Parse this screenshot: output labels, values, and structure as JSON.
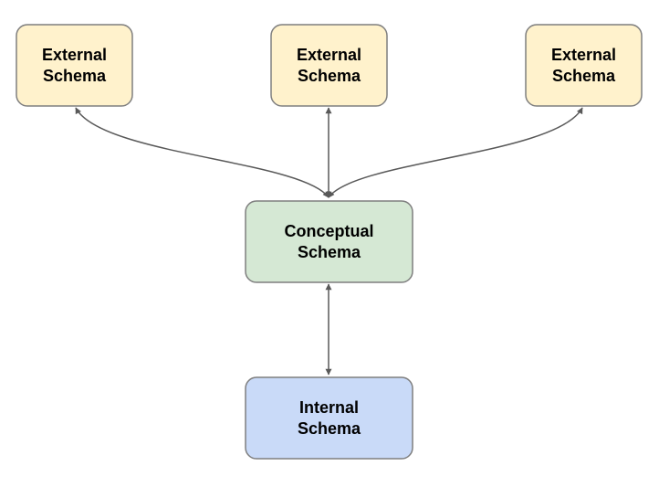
{
  "nodes": [
    {
      "id": "external-1",
      "line1": "External",
      "line2": "Schema",
      "fill": "#fff2cc",
      "stroke": "#7f7f7f"
    },
    {
      "id": "external-2",
      "line1": "External",
      "line2": "Schema",
      "fill": "#fff2cc",
      "stroke": "#7f7f7f"
    },
    {
      "id": "external-3",
      "line1": "External",
      "line2": "Schema",
      "fill": "#fff2cc",
      "stroke": "#7f7f7f"
    },
    {
      "id": "conceptual",
      "line1": "Conceptual",
      "line2": "Schema",
      "fill": "#d5e8d4",
      "stroke": "#7f7f7f"
    },
    {
      "id": "internal",
      "line1": "Internal",
      "line2": "Schema",
      "fill": "#c9daf8",
      "stroke": "#7f7f7f"
    }
  ],
  "edges": [
    {
      "from": "conceptual",
      "to": "external-1",
      "direction": "both"
    },
    {
      "from": "conceptual",
      "to": "external-2",
      "direction": "both"
    },
    {
      "from": "conceptual",
      "to": "external-3",
      "direction": "both"
    },
    {
      "from": "conceptual",
      "to": "internal",
      "direction": "both"
    }
  ],
  "colors": {
    "connector": "#595959"
  }
}
